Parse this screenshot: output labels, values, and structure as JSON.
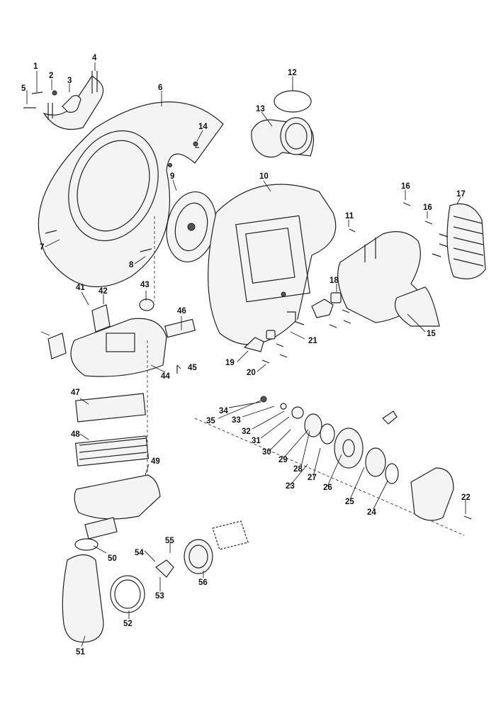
{
  "part_labels": [
    "1",
    "2",
    "3",
    "4",
    "5",
    "6",
    "7",
    "8",
    "9",
    "10",
    "11",
    "12",
    "13",
    "14",
    "15",
    "16",
    "16",
    "17",
    "18",
    "19",
    "20",
    "21",
    "22",
    "23",
    "24",
    "25",
    "26",
    "27",
    "28",
    "29",
    "30",
    "31",
    "32",
    "33",
    "34",
    "35",
    "41",
    "42",
    "43",
    "44",
    "45",
    "46",
    "47",
    "48",
    "49",
    "50",
    "51",
    "52",
    "53",
    "54",
    "55",
    "56"
  ]
}
